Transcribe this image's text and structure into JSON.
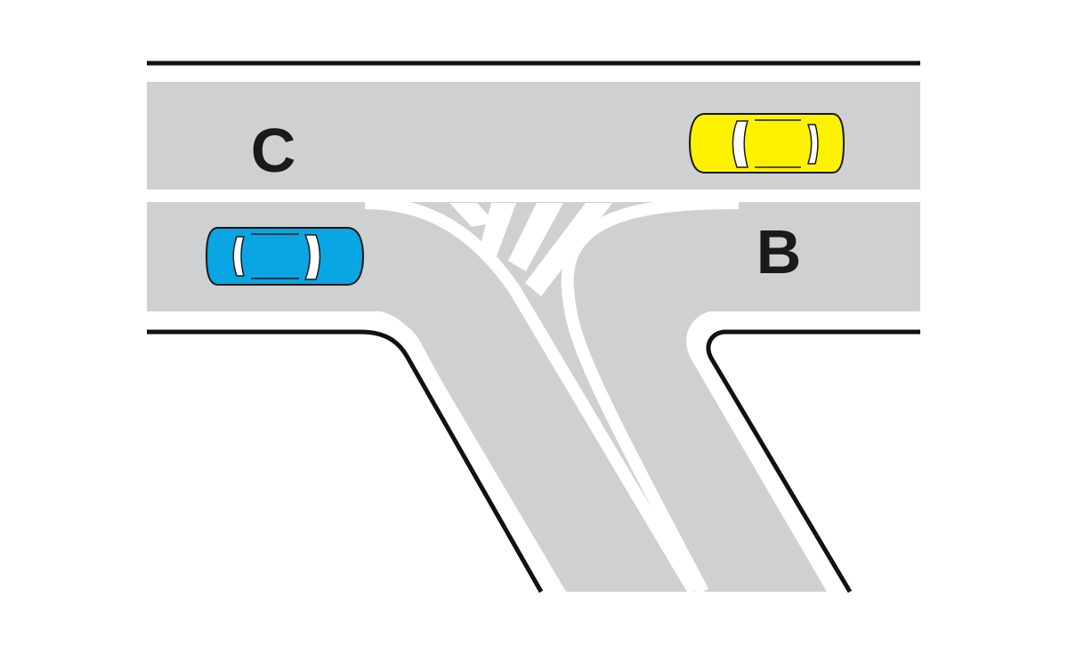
{
  "labels": {
    "c": "C",
    "b": "B"
  },
  "colors": {
    "road": "#cfd0d2",
    "markings": "#ffffff",
    "edge_line": "#111111",
    "car_blue": "#0aa5e3",
    "car_yellow": "#fff200",
    "car_outline": "#1a1a1a",
    "background": "#ffffff"
  },
  "vehicles": [
    {
      "id": "blue-car",
      "color_name": "blue"
    },
    {
      "id": "yellow-car",
      "color_name": "yellow"
    }
  ]
}
